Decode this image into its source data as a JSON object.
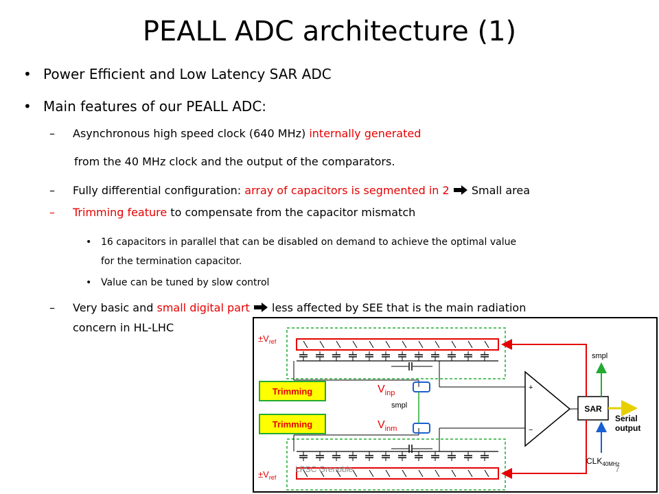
{
  "slide": {
    "title": "PEALL ADC architecture (1)",
    "b1": "Power Efficient and Low Latency SAR ADC",
    "b2": "Main features of our PEALL ADC:",
    "s1a": "Asynchronous high speed clock (640 MHz) ",
    "s1b": "internally generated",
    "s1c": "from the 40 MHz clock and the output of the comparators.",
    "s2a": "Fully differential configuration: ",
    "s2b": "array of capacitors is segmented in 2",
    "s2c": " Small area",
    "s3a": "Trimming feature",
    "s3b": " to compensate from the capacitor mismatch",
    "t1a": "16 capacitors in parallel that can be disabled on demand to achieve the optimal value",
    "t1b": "for the termination capacitor.",
    "t2": "Value can be tuned by slow control",
    "s4a": "Very basic and ",
    "s4b": "small digital part",
    "s4c": " less affected by SEE that is the main radiation",
    "s4d": "concern in HL-LHC"
  },
  "diagram": {
    "vref_sym": "±V",
    "vref_sub": "ref",
    "trimming": "Trimming",
    "vinp": "V",
    "vinp_sub": "inp",
    "vinm": "V",
    "vinm_sub": "inm",
    "smpl_mid": "smpl",
    "smpl_top": "smpl",
    "sar": "SAR",
    "serial1": "Serial",
    "serial2": "output",
    "clk": "CLK",
    "clk_sub": "40MHz"
  },
  "footer": {
    "org": "LPSC Grenoble",
    "page": "7"
  },
  "colors": {
    "accent_red": "#e60000",
    "trim_fill": "#ffff00",
    "dashed_green": "#22aa33",
    "switch_blue": "#1a5fd0",
    "arrow_yellow": "#ffee00"
  }
}
